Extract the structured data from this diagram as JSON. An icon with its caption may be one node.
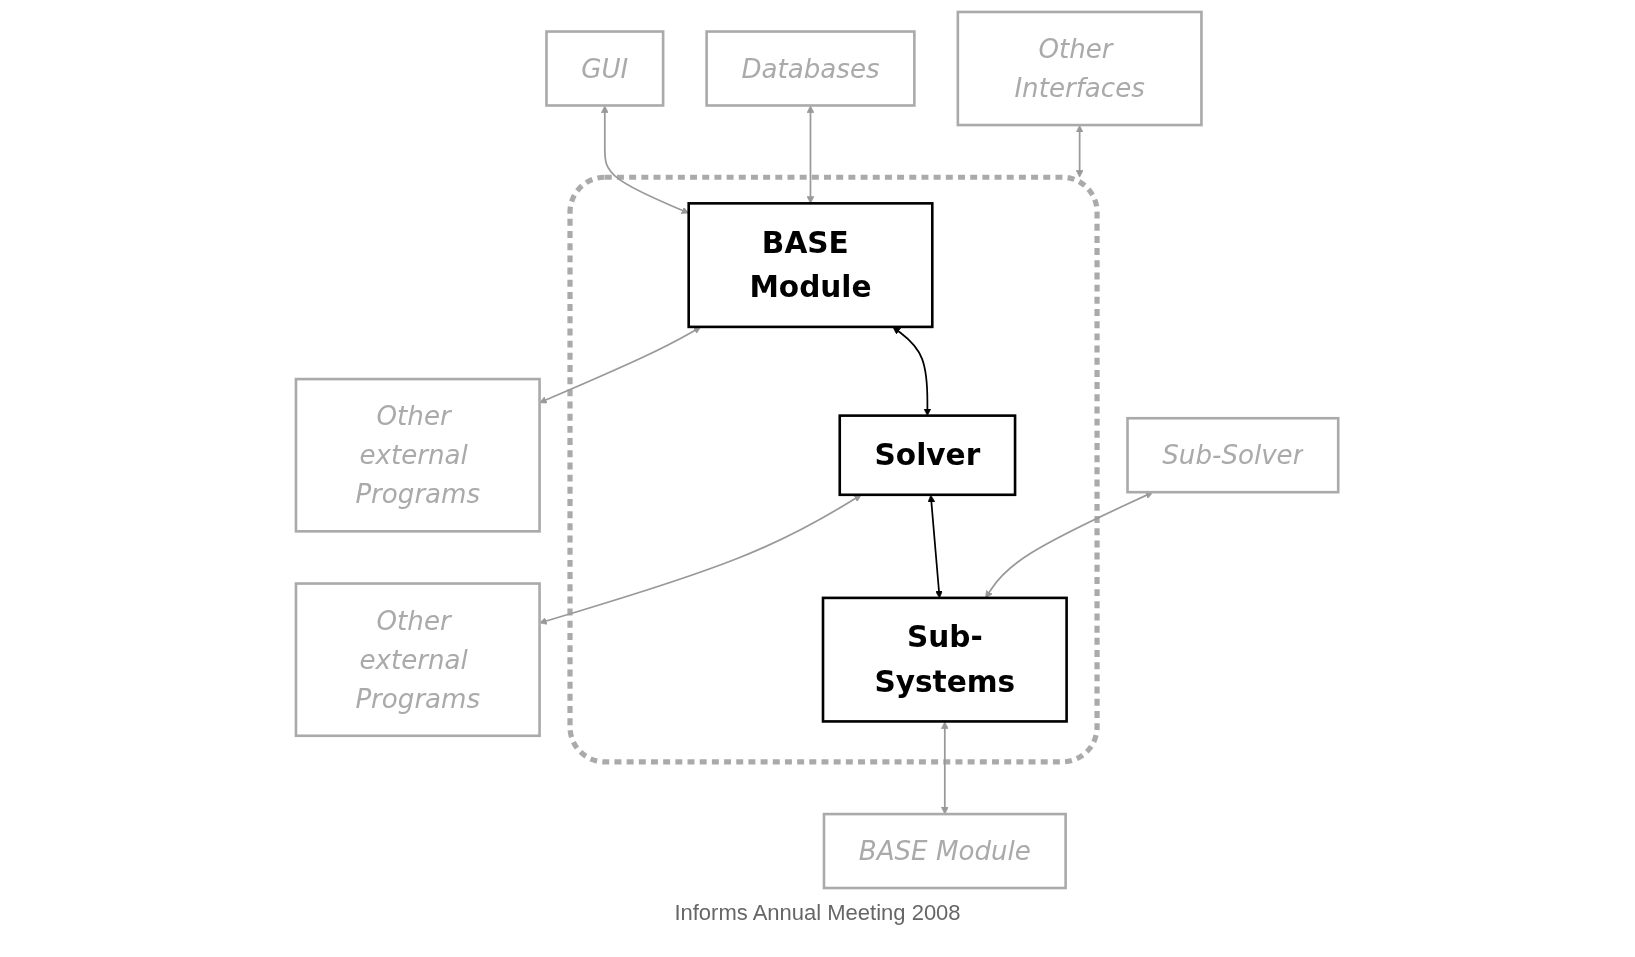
{
  "diagram": {
    "nodes": [
      {
        "text": [
          "GUI"
        ]
      },
      {
        "text": [
          "Other Interfaces"
        ]
      },
      {
        "text": [],
        "shape": "box"
      },
      {
        "text": [
          "Databases"
        ]
      },
      {
        "text": [
          "BASE Module"
        ],
        "in": 2
      },
      {
        "text": [
          "Other external Programs"
        ]
      },
      {
        "text": [
          "Solver"
        ],
        "in": 2
      },
      {
        "text": [
          "Other external Programs"
        ]
      },
      {
        "text": [
          "Sub-Solver"
        ]
      },
      {
        "text": [
          "Sub-Systems"
        ],
        "in": 2
      },
      {
        "text": [
          "BASE Module"
        ]
      }
    ],
    "edges": [
      {
        "from": 0,
        "to": 4,
        "arrow": "both"
      },
      {
        "from": 1,
        "to": 2,
        "arrow": "both"
      },
      {
        "from": 3,
        "to": 4,
        "arrow": "both"
      },
      {
        "from": 4,
        "to": 5,
        "arrow": "both"
      },
      {
        "from": 4,
        "to": 6,
        "arrow": "both",
        "color": "#000000"
      },
      {
        "from": 6,
        "to": 7,
        "arrow": "both"
      },
      {
        "from": 6,
        "to": 9,
        "arrow": "both",
        "color": "#000000"
      },
      {
        "from": 8,
        "to": 9,
        "arrow": "both"
      },
      {
        "from": 9,
        "to": 10,
        "arrow": "both"
      }
    ],
    "labels": [
      "Informs Annual Meeting 2008"
    ]
  }
}
